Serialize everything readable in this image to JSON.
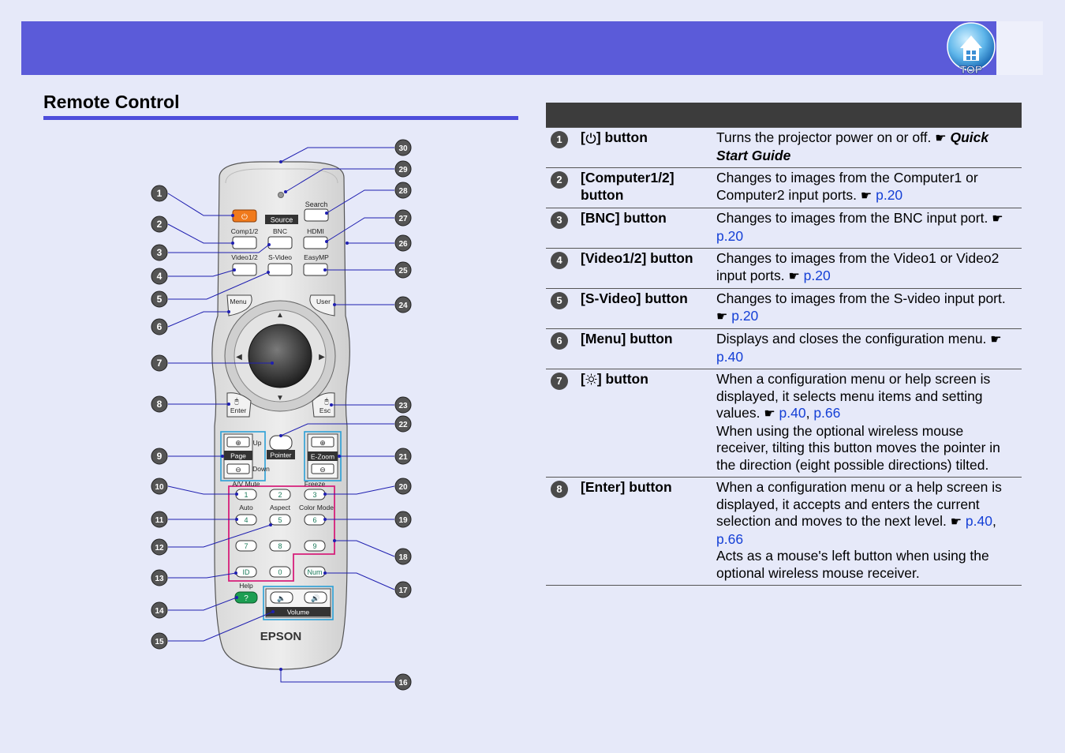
{
  "page": {
    "title": "Remote Control",
    "top_icon_label": "TOP",
    "hand_icon": "pointing-hand-icon"
  },
  "remote": {
    "callouts": [
      "1",
      "2",
      "3",
      "4",
      "5",
      "6",
      "7",
      "8",
      "9",
      "10",
      "11",
      "12",
      "13",
      "14",
      "15",
      "16",
      "17",
      "18",
      "19",
      "20",
      "21",
      "22",
      "23",
      "24",
      "25",
      "26",
      "27",
      "28",
      "29",
      "30"
    ],
    "labels": {
      "source": "Source",
      "search": "Search",
      "comp": "Comp1/2",
      "bnc": "BNC",
      "hdmi": "HDMI",
      "video": "Video1/2",
      "svideo": "S-Video",
      "easymp": "EasyMP",
      "menu": "Menu",
      "user": "User",
      "enter": "Enter",
      "esc": "Esc",
      "up": "Up",
      "down": "Down",
      "page": "Page",
      "pointer": "Pointer",
      "ezoom": "E-Zoom",
      "avmute": "A/V Mute",
      "freeze": "Freeze",
      "auto": "Auto",
      "aspect": "Aspect",
      "colormode": "Color Mode",
      "id": "ID",
      "num": "Num",
      "help": "Help",
      "volume": "Volume",
      "brand": "EPSON",
      "help_key": "?",
      "keys": [
        "1",
        "2",
        "3",
        "4",
        "5",
        "6",
        "7",
        "8",
        "9",
        "0"
      ]
    }
  },
  "table": {
    "rows": [
      {
        "num": "1",
        "name_pre": "[",
        "name_post": "] button",
        "icon": "power-icon",
        "desc": "Turns the projector power on or off. ",
        "extra": "Quick Start Guide",
        "links": []
      },
      {
        "num": "2",
        "name": "[Computer1/2] button",
        "desc": "Changes to images from the Computer1 or Computer2 input ports. ",
        "links": [
          "p.20"
        ]
      },
      {
        "num": "3",
        "name": "[BNC] button",
        "desc": "Changes to images from the BNC input port. ",
        "links": [
          "p.20"
        ]
      },
      {
        "num": "4",
        "name": "[Video1/2] button",
        "desc": "Changes to images from the Video1 or Video2 input ports. ",
        "links": [
          "p.20"
        ]
      },
      {
        "num": "5",
        "name": "[S-Video] button",
        "desc": "Changes to images from the S-video input port. ",
        "links": [
          "p.20"
        ]
      },
      {
        "num": "6",
        "name": "[Menu] button",
        "desc": "Displays and closes the configuration menu. ",
        "links": [
          "p.40"
        ]
      },
      {
        "num": "7",
        "name_pre": "[",
        "name_post": "] button",
        "icon": "joystick-icon",
        "desc": "When a configuration menu or help screen is displayed, it selects menu items and setting values. ",
        "links": [
          "p.40",
          "p.66"
        ],
        "desc2": "When using the optional wireless mouse receiver, tilting this button moves the pointer in the direction (eight possible directions) tilted."
      },
      {
        "num": "8",
        "name": "[Enter] button",
        "desc": "When a configuration menu or a help screen is displayed, it accepts and enters the current selection and moves to the next level. ",
        "links": [
          "p.40",
          "p.66"
        ],
        "desc2": "Acts as a mouse's left button when using the optional wireless mouse receiver."
      }
    ]
  }
}
